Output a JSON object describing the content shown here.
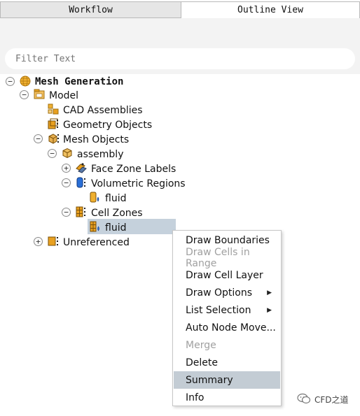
{
  "tabs": {
    "workflow": "Workflow",
    "outline": "Outline View"
  },
  "filter": {
    "placeholder": "Filter Text"
  },
  "tree": {
    "mesh_generation": "Mesh Generation",
    "model": "Model",
    "cad_assemblies": "CAD Assemblies",
    "geometry_objects": "Geometry Objects",
    "mesh_objects": "Mesh Objects",
    "assembly": "assembly",
    "face_zone_labels": "Face Zone Labels",
    "volumetric_regions": "Volumetric Regions",
    "volumetric_fluid": "fluid",
    "cell_zones": "Cell Zones",
    "cell_zone_fluid": "fluid",
    "unreferenced": "Unreferenced"
  },
  "context_menu": {
    "items": [
      {
        "label": "Draw Boundaries",
        "enabled": true
      },
      {
        "label": "Draw Cells in Range",
        "enabled": false
      },
      {
        "label": "Draw Cell Layer",
        "enabled": true
      },
      {
        "label": "Draw Options",
        "enabled": true,
        "submenu": true
      },
      {
        "label": "List Selection",
        "enabled": true,
        "submenu": true
      },
      {
        "label": "Auto Node Move...",
        "enabled": true
      },
      {
        "label": "Merge",
        "enabled": false
      },
      {
        "label": "Delete",
        "enabled": true
      },
      {
        "label": "Summary",
        "enabled": true,
        "highlighted": true
      },
      {
        "label": "Info",
        "enabled": true
      }
    ]
  },
  "watermark": {
    "text": "CFD之道"
  },
  "colors": {
    "selection": "#c5d1dc",
    "menu_highlight": "#c3ccd4",
    "icon_orange": "#e8a020",
    "icon_blue": "#2a6fd6"
  }
}
